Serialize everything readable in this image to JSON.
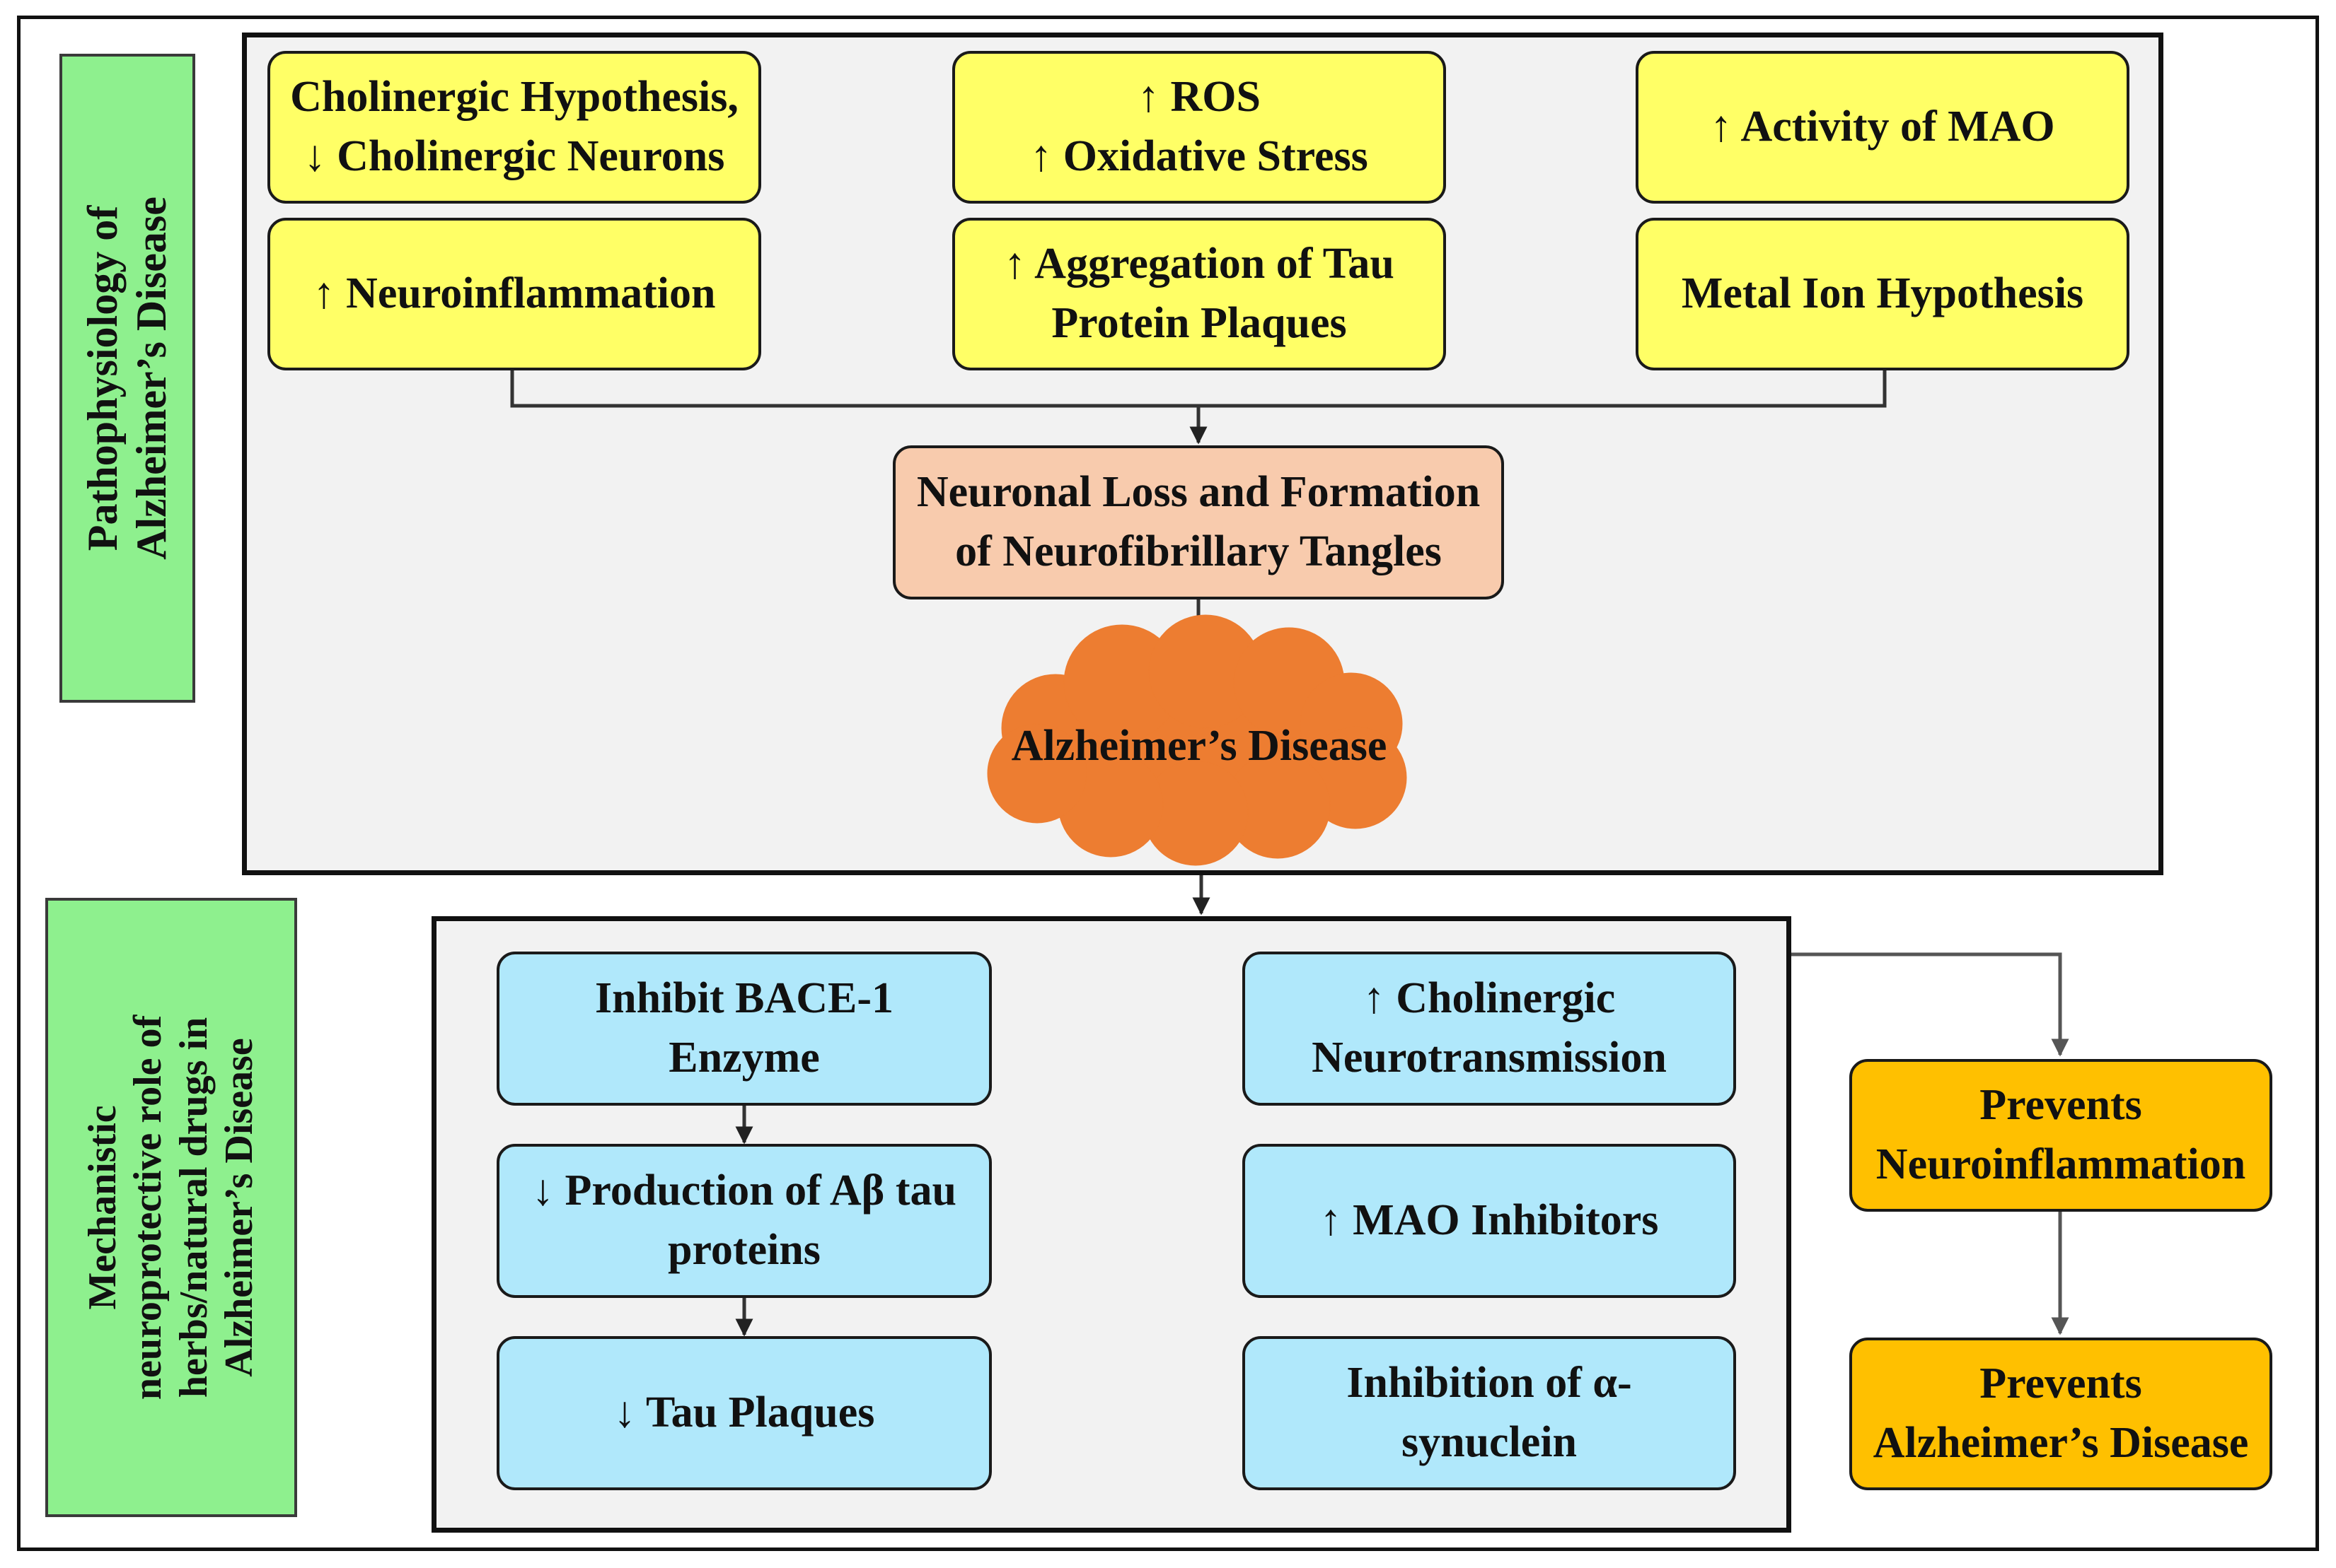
{
  "colors": {
    "pathway_box": "#ffff66",
    "outcome_box": "#f8cbad",
    "cloud": "#ed7d31",
    "mechanism_box": "#b0e8fb",
    "prevention_box": "#ffc000",
    "section_label": "#8ef08e",
    "panel_fill": "#f2f2f2"
  },
  "pathophysiology": {
    "section_label": [
      "Pathophysiology of",
      "Alzheimer’s Disease"
    ],
    "factors": [
      [
        "Cholinergic Hypothesis,",
        "↓ Cholinergic Neurons"
      ],
      [
        "↑ ROS",
        "↑ Oxidative Stress"
      ],
      [
        "↑ Activity of MAO"
      ],
      [
        "↑ Neuroinflammation"
      ],
      [
        "↑ Aggregation of Tau",
        "Protein Plaques"
      ],
      [
        "Metal Ion Hypothesis"
      ]
    ],
    "outcome": [
      "Neuronal Loss and Formation",
      "of Neurofibrillary Tangles"
    ],
    "disease": "Alzheimer’s Disease"
  },
  "mechanism": {
    "section_label": [
      "Mechanistic",
      "neuroprotective role of",
      "herbs/natural drugs in",
      "Alzheimer’s Disease"
    ],
    "left_chain": [
      [
        "Inhibit BACE-1",
        "Enzyme"
      ],
      [
        "↓ Production of Aβ tau",
        "proteins"
      ],
      [
        "↓ Tau Plaques"
      ]
    ],
    "right_column": [
      [
        "↑ Cholinergic",
        "Neurotransmission"
      ],
      [
        "↑ MAO Inhibitors"
      ],
      [
        "Inhibition of α-",
        "synuclein"
      ]
    ]
  },
  "prevention": [
    [
      "Prevents",
      "Neuroinflammation"
    ],
    [
      "Prevents",
      "Alzheimer’s Disease"
    ]
  ]
}
